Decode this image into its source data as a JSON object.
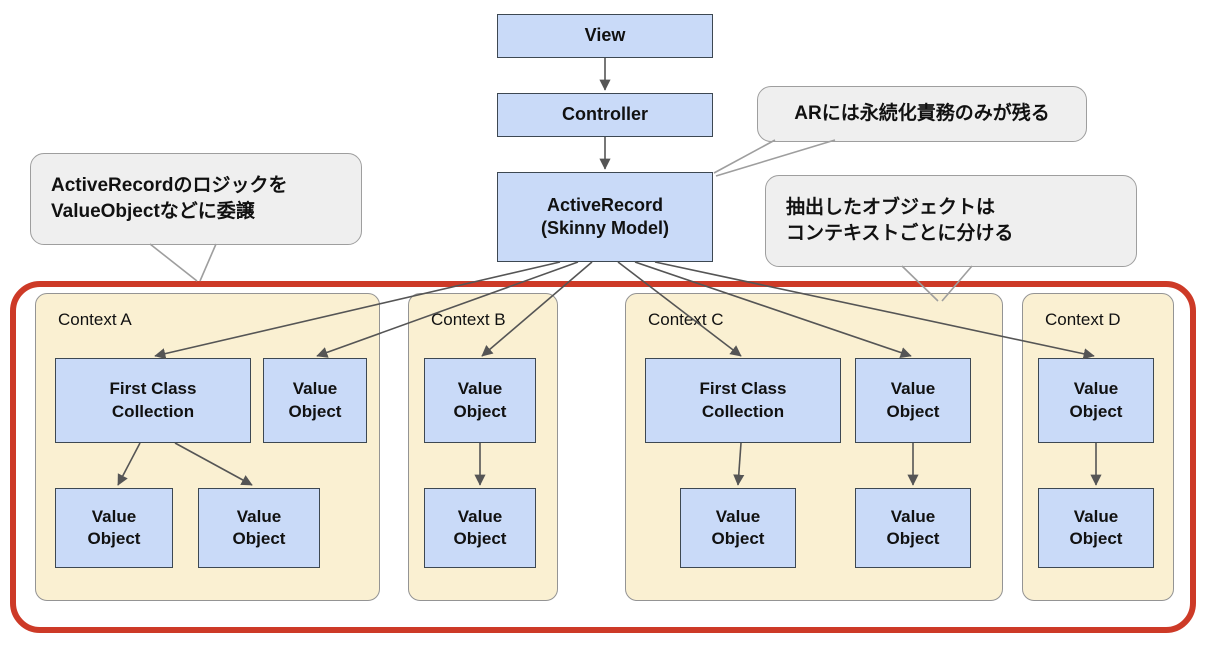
{
  "flow": {
    "view": "View",
    "controller": "Controller",
    "active_record": "ActiveRecord\n(Skinny Model)"
  },
  "callouts": {
    "ar_persistence": "ARには永続化責務のみが残る",
    "delegate_logic": "ActiveRecordのロジックを\nValueObjectなどに委譲",
    "context_split": "抽出したオブジェクトは\nコンテキストごとに分ける"
  },
  "contexts": [
    {
      "label": "Context A",
      "nodes": {
        "top_left": "First Class\nCollection",
        "top_right": "Value\nObject",
        "bottom_left": "Value\nObject",
        "bottom_right": "Value\nObject"
      }
    },
    {
      "label": "Context B",
      "nodes": {
        "top": "Value\nObject",
        "bottom": "Value\nObject"
      }
    },
    {
      "label": "Context C",
      "nodes": {
        "top_left": "First Class\nCollection",
        "top_right": "Value\nObject",
        "bottom_left": "Value\nObject",
        "bottom_right": "Value\nObject"
      }
    },
    {
      "label": "Context D",
      "nodes": {
        "top": "Value\nObject",
        "bottom": "Value\nObject"
      }
    }
  ],
  "colors": {
    "node_fill": "#c9daf8",
    "node_border": "#3d4852",
    "context_fill": "#faf0d2",
    "context_border": "#949494",
    "container_border": "#cd3a27",
    "callout_fill": "#efefef",
    "callout_border": "#9e9e9e",
    "arrow": "#555555"
  }
}
